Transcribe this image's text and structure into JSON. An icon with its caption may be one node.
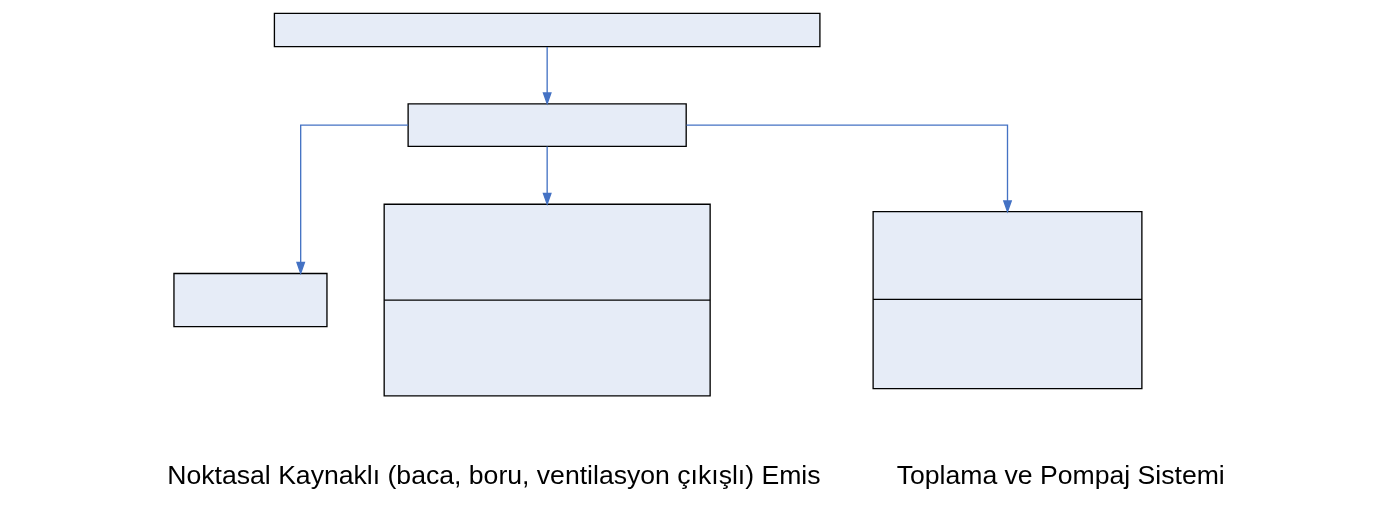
{
  "diagram": {
    "nodes": [
      {
        "text": [],
        "shape": "box"
      },
      {
        "text": [],
        "shape": "box"
      },
      {
        "text": [],
        "shape": "box"
      },
      {
        "text": [],
        "shape": "box"
      },
      {
        "text": [],
        "shape": "box"
      }
    ],
    "edges": [
      {
        "from": 0,
        "to": 1,
        "arrow": "to"
      },
      {
        "from": 1,
        "to": 2,
        "arrow": "to"
      },
      {
        "from": 1,
        "to": 3,
        "arrow": "to"
      },
      {
        "from": 1,
        "to": 4,
        "arrow": "to"
      }
    ],
    "labels": [
      "Noktasal Kaynaklı (baca, boru, ventilasyon çıkışlı) Emis",
      "Toplama ve Pompaj Sistemi"
    ]
  }
}
